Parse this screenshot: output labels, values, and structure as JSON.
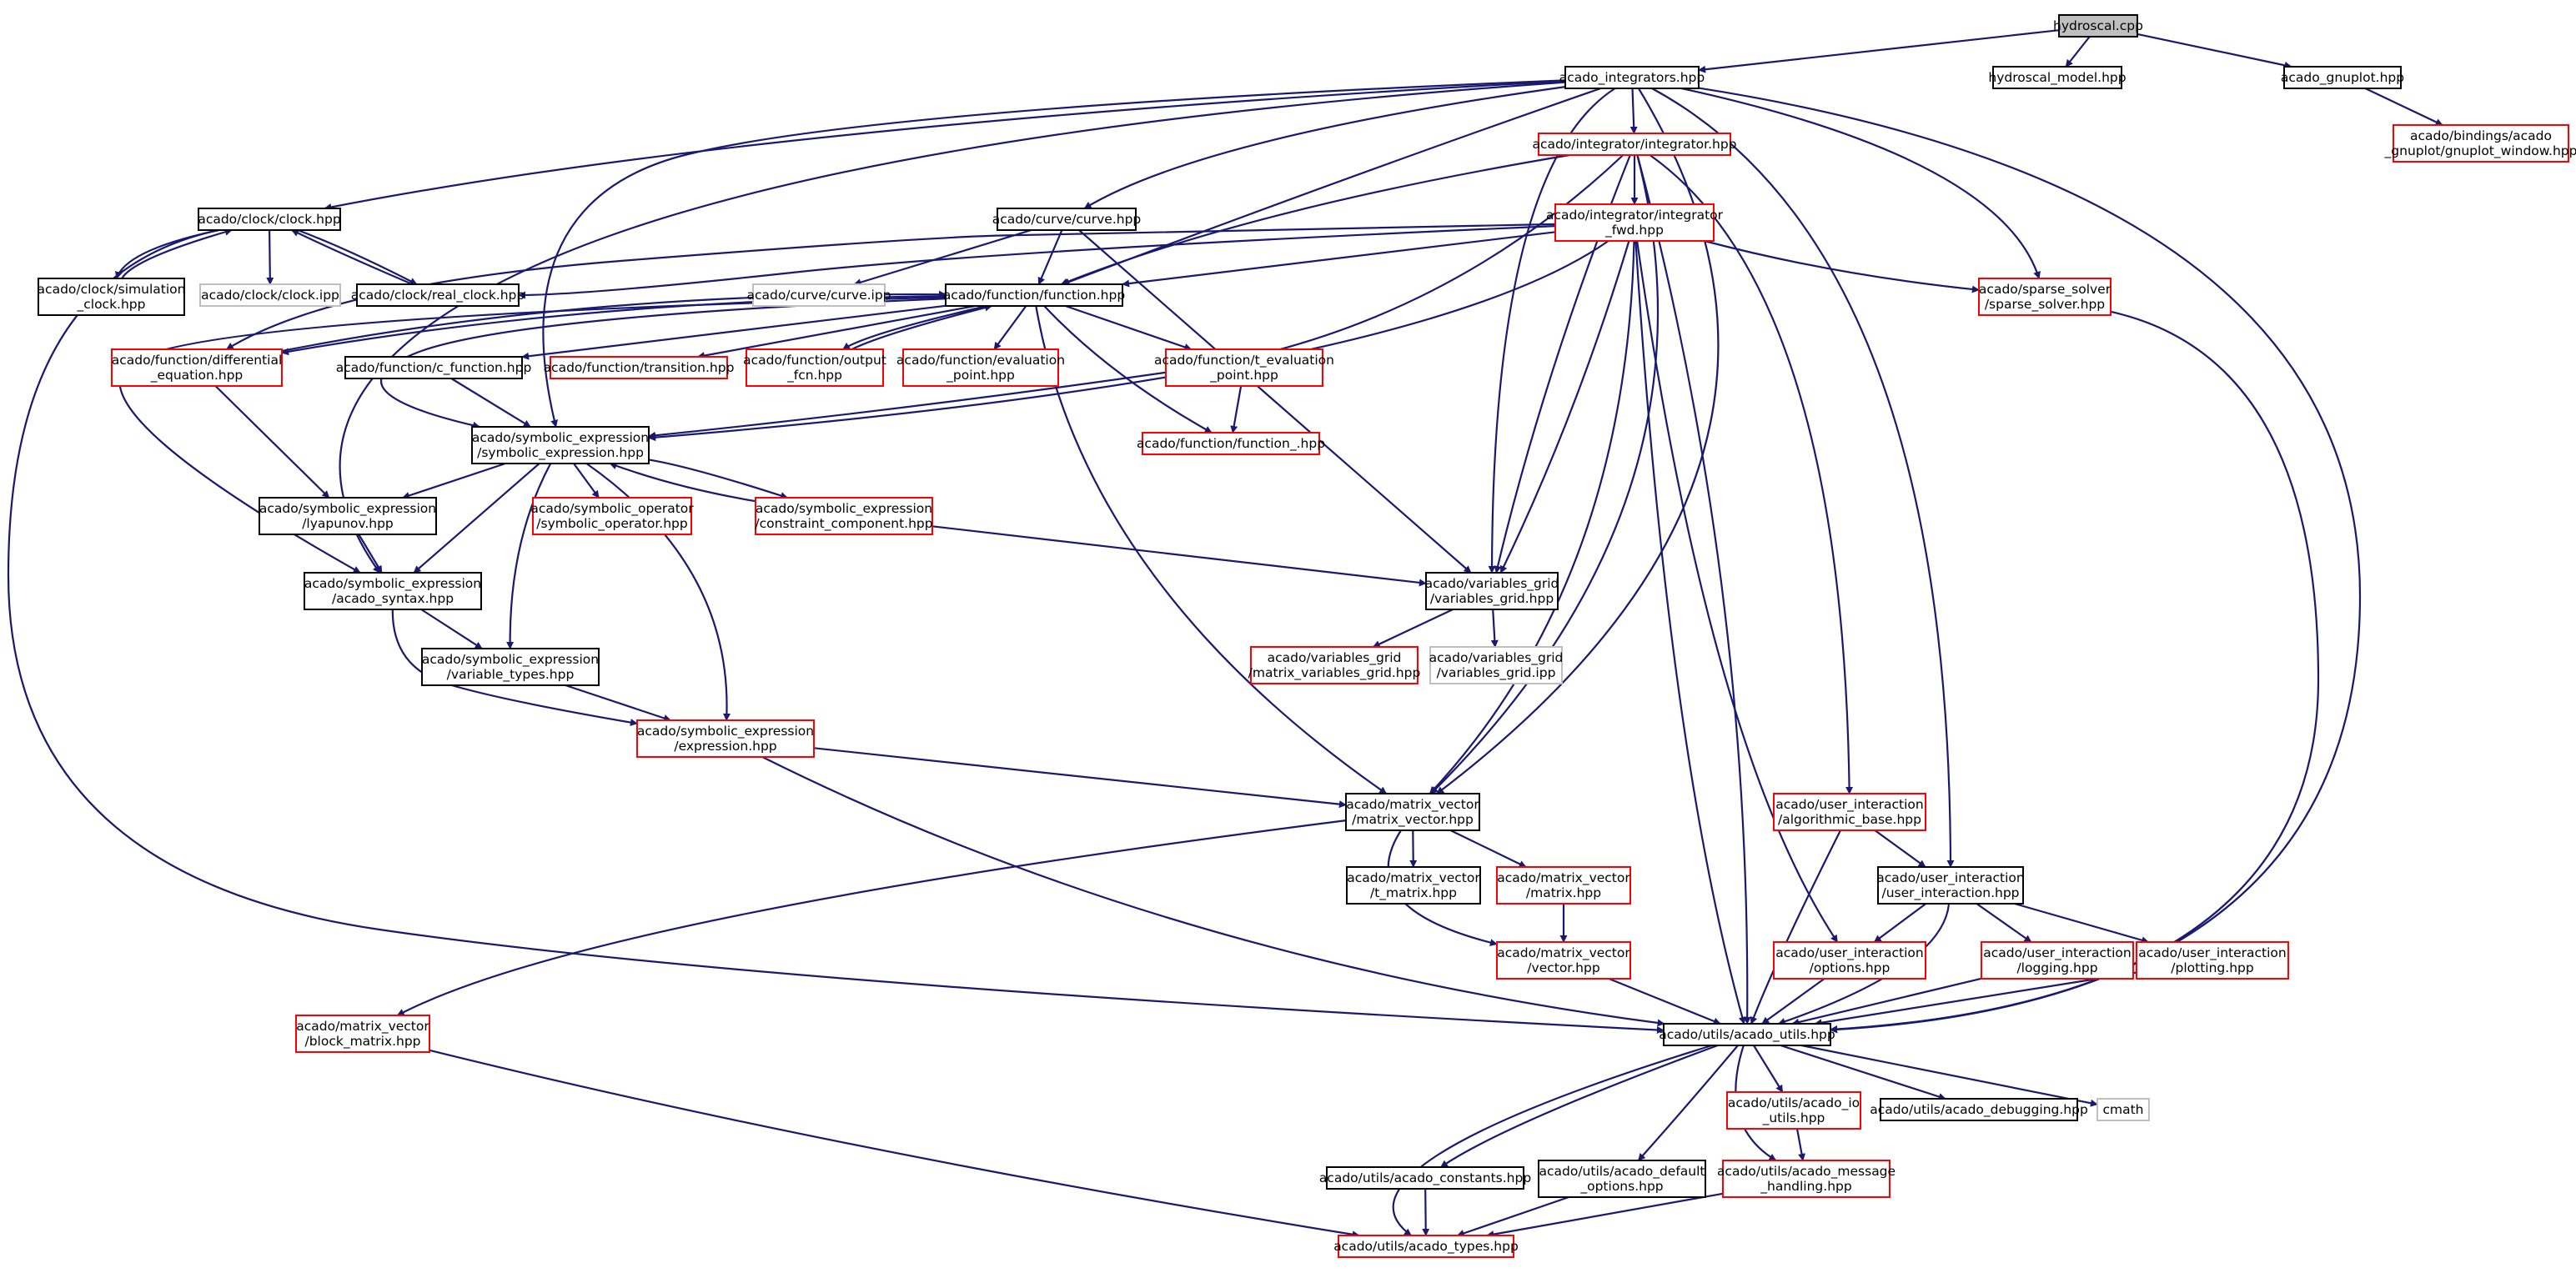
{
  "colors": {
    "edge": "#191970",
    "documented_border": "#000000",
    "undocumented_border": "#ff0000",
    "system_border": "#bfbfbf",
    "root_fill": "#bfbfbf"
  },
  "nodes": [
    {
      "id": "root",
      "type": "root",
      "lines": [
        "hydroscal.cpp"
      ]
    },
    {
      "id": "integrators",
      "type": "black",
      "lines": [
        "acado_integrators.hpp"
      ]
    },
    {
      "id": "hydroscal_model",
      "type": "black",
      "lines": [
        "hydroscal_model.hpp"
      ]
    },
    {
      "id": "gnuplot",
      "type": "black",
      "lines": [
        "acado_gnuplot.hpp"
      ]
    },
    {
      "id": "gnuplot_window",
      "type": "red",
      "lines": [
        "acado/bindings/acado",
        "_gnuplot/gnuplot_window.hpp"
      ]
    },
    {
      "id": "integrator",
      "type": "red",
      "lines": [
        "acado/integrator/integrator.hpp"
      ]
    },
    {
      "id": "integrator_fwd",
      "type": "red",
      "lines": [
        "acado/integrator/integrator",
        "_fwd.hpp"
      ]
    },
    {
      "id": "clock",
      "type": "black",
      "lines": [
        "acado/clock/clock.hpp"
      ]
    },
    {
      "id": "curve",
      "type": "black",
      "lines": [
        "acado/curve/curve.hpp"
      ]
    },
    {
      "id": "sim_clock",
      "type": "black",
      "lines": [
        "acado/clock/simulation",
        "_clock.hpp"
      ]
    },
    {
      "id": "clock_ipp",
      "type": "gray",
      "lines": [
        "acado/clock/clock.ipp"
      ]
    },
    {
      "id": "real_clock",
      "type": "black",
      "lines": [
        "acado/clock/real_clock.hpp"
      ]
    },
    {
      "id": "curve_ipp",
      "type": "gray",
      "lines": [
        "acado/curve/curve.ipp"
      ]
    },
    {
      "id": "function",
      "type": "black",
      "lines": [
        "acado/function/function.hpp"
      ]
    },
    {
      "id": "sparse_solver",
      "type": "red",
      "lines": [
        "acado/sparse_solver",
        "/sparse_solver.hpp"
      ]
    },
    {
      "id": "diff_eq",
      "type": "red",
      "lines": [
        "acado/function/differential",
        "_equation.hpp"
      ]
    },
    {
      "id": "c_function",
      "type": "black",
      "lines": [
        "acado/function/c_function.hpp"
      ]
    },
    {
      "id": "transition",
      "type": "red",
      "lines": [
        "acado/function/transition.hpp"
      ]
    },
    {
      "id": "output_fcn",
      "type": "red",
      "lines": [
        "acado/function/output",
        "_fcn.hpp"
      ]
    },
    {
      "id": "eval_point",
      "type": "red",
      "lines": [
        "acado/function/evaluation",
        "_point.hpp"
      ]
    },
    {
      "id": "t_eval_point",
      "type": "red",
      "lines": [
        "acado/function/t_evaluation",
        "_point.hpp"
      ]
    },
    {
      "id": "function_",
      "type": "red",
      "lines": [
        "acado/function/function_.hpp"
      ]
    },
    {
      "id": "sym_expr",
      "type": "black",
      "lines": [
        "acado/symbolic_expression",
        "/symbolic_expression.hpp"
      ]
    },
    {
      "id": "lyapunov",
      "type": "black",
      "lines": [
        "acado/symbolic_expression",
        "/lyapunov.hpp"
      ]
    },
    {
      "id": "sym_op",
      "type": "red",
      "lines": [
        "acado/symbolic_operator",
        "/symbolic_operator.hpp"
      ]
    },
    {
      "id": "constraint_comp",
      "type": "red",
      "lines": [
        "acado/symbolic_expression",
        "/constraint_component.hpp"
      ]
    },
    {
      "id": "acado_syntax",
      "type": "black",
      "lines": [
        "acado/symbolic_expression",
        "/acado_syntax.hpp"
      ]
    },
    {
      "id": "variables_grid",
      "type": "black",
      "lines": [
        "acado/variables_grid",
        "/variables_grid.hpp"
      ]
    },
    {
      "id": "variable_types",
      "type": "black",
      "lines": [
        "acado/symbolic_expression",
        "/variable_types.hpp"
      ]
    },
    {
      "id": "matrix_vg",
      "type": "red",
      "lines": [
        "acado/variables_grid",
        "/matrix_variables_grid.hpp"
      ]
    },
    {
      "id": "variables_grid_ipp",
      "type": "gray",
      "lines": [
        "acado/variables_grid",
        "/variables_grid.ipp"
      ]
    },
    {
      "id": "expression",
      "type": "red",
      "lines": [
        "acado/symbolic_expression",
        "/expression.hpp"
      ]
    },
    {
      "id": "matrix_vector",
      "type": "black",
      "lines": [
        "acado/matrix_vector",
        "/matrix_vector.hpp"
      ]
    },
    {
      "id": "algorithmic_base",
      "type": "red",
      "lines": [
        "acado/user_interaction",
        "/algorithmic_base.hpp"
      ]
    },
    {
      "id": "user_interaction",
      "type": "black",
      "lines": [
        "acado/user_interaction",
        "/user_interaction.hpp"
      ]
    },
    {
      "id": "t_matrix",
      "type": "black",
      "lines": [
        "acado/matrix_vector",
        "/t_matrix.hpp"
      ]
    },
    {
      "id": "matrix",
      "type": "red",
      "lines": [
        "acado/matrix_vector",
        "/matrix.hpp"
      ]
    },
    {
      "id": "vector",
      "type": "red",
      "lines": [
        "acado/matrix_vector",
        "/vector.hpp"
      ]
    },
    {
      "id": "options",
      "type": "red",
      "lines": [
        "acado/user_interaction",
        "/options.hpp"
      ]
    },
    {
      "id": "logging",
      "type": "red",
      "lines": [
        "acado/user_interaction",
        "/logging.hpp"
      ]
    },
    {
      "id": "plotting",
      "type": "red",
      "lines": [
        "acado/user_interaction",
        "/plotting.hpp"
      ]
    },
    {
      "id": "block_matrix",
      "type": "red",
      "lines": [
        "acado/matrix_vector",
        "/block_matrix.hpp"
      ]
    },
    {
      "id": "acado_utils",
      "type": "black",
      "lines": [
        "acado/utils/acado_utils.hpp"
      ]
    },
    {
      "id": "io_utils",
      "type": "red",
      "lines": [
        "acado/utils/acado_io",
        "_utils.hpp"
      ]
    },
    {
      "id": "debugging",
      "type": "black",
      "lines": [
        "acado/utils/acado_debugging.hpp"
      ]
    },
    {
      "id": "cmath",
      "type": "gray",
      "lines": [
        "cmath"
      ]
    },
    {
      "id": "constants",
      "type": "black",
      "lines": [
        "acado/utils/acado_constants.hpp"
      ]
    },
    {
      "id": "default_options",
      "type": "black",
      "lines": [
        "acado/utils/acado_default",
        "_options.hpp"
      ]
    },
    {
      "id": "message_handling",
      "type": "red",
      "lines": [
        "acado/utils/acado_message",
        "_handling.hpp"
      ]
    },
    {
      "id": "acado_types",
      "type": "red",
      "lines": [
        "acado/utils/acado_types.hpp"
      ]
    }
  ]
}
